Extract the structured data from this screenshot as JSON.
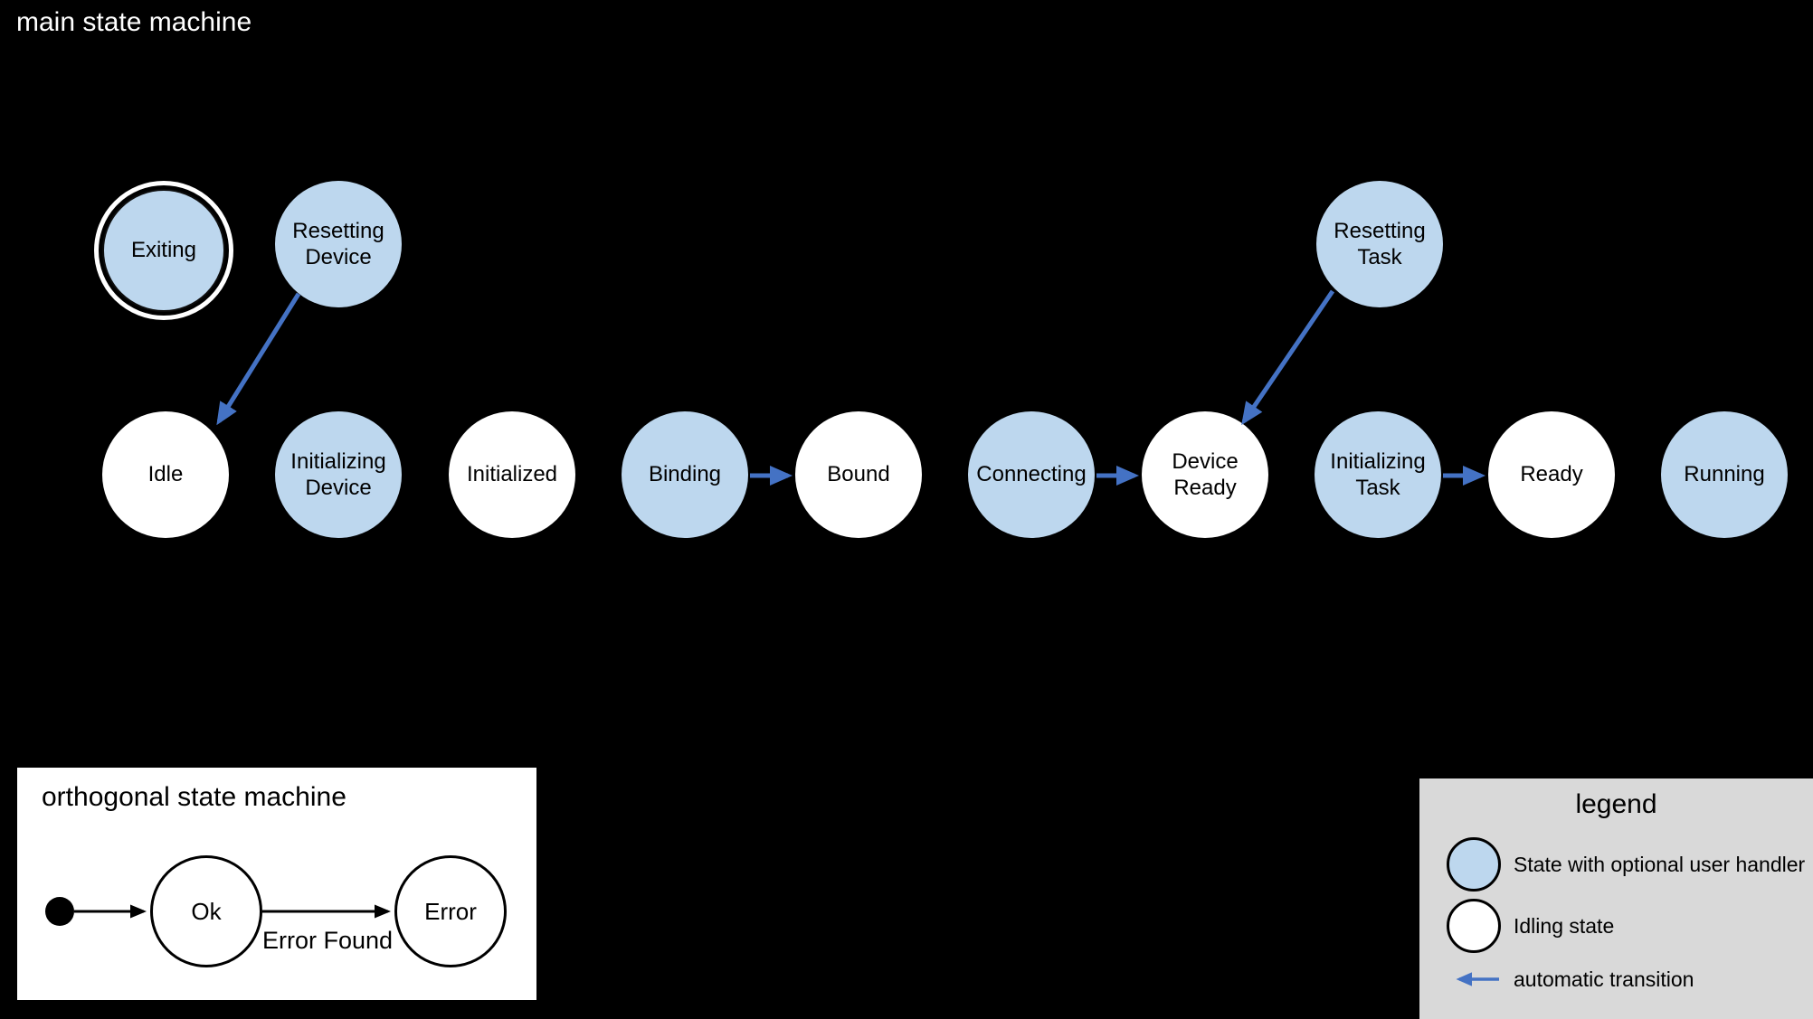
{
  "diagram_title": "main state machine",
  "colors": {
    "background": "#000000",
    "handler_state_fill": "#bdd7ee",
    "idling_state_fill": "#ffffff",
    "automatic_transition": "#4472c4",
    "legend_background": "#d9d9d9"
  },
  "main_states": {
    "exiting": "Exiting",
    "resetting_device": "Resetting\nDevice",
    "resetting_task": "Resetting\nTask",
    "idle": "Idle",
    "initializing_device": "Initializing\nDevice",
    "initialized": "Initialized",
    "binding": "Binding",
    "bound": "Bound",
    "connecting": "Connecting",
    "device_ready": "Device\nReady",
    "initializing_task": "Initializing\nTask",
    "ready": "Ready",
    "running": "Running"
  },
  "transitions": [
    "Resetting Device to Idle",
    "Binding to Bound",
    "Connecting to Device Ready",
    "Resetting Task to Device Ready",
    "Initializing Task to Ready"
  ],
  "orthogonal": {
    "title": "orthogonal state machine",
    "ok": "Ok",
    "error": "Error",
    "transition_label": "Error Found"
  },
  "legend": {
    "title": "legend",
    "handler_state_label": "State with optional user handler",
    "idling_state_label": "Idling state",
    "auto_transition_label": "automatic transition"
  }
}
